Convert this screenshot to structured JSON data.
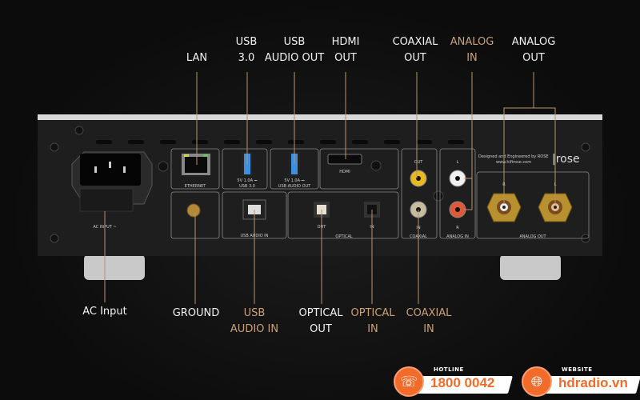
{
  "callouts_top": [
    {
      "lines": [
        "LAN"
      ],
      "accent": false
    },
    {
      "lines": [
        "USB",
        "3.0"
      ],
      "accent": false
    },
    {
      "lines": [
        "USB",
        "AUDIO OUT"
      ],
      "accent": false
    },
    {
      "lines": [
        "HDMI",
        "OUT"
      ],
      "accent": false
    },
    {
      "lines": [
        "COAXIAL",
        "OUT"
      ],
      "accent": false
    },
    {
      "lines": [
        "ANALOG",
        "IN"
      ],
      "accent": true
    },
    {
      "lines": [
        "ANALOG",
        "OUT"
      ],
      "accent": false
    }
  ],
  "callouts_bottom": [
    {
      "lines": [
        "AC Input"
      ],
      "accent": false
    },
    {
      "lines": [
        "GROUND"
      ],
      "accent": false
    },
    {
      "lines": [
        "USB",
        "AUDIO IN"
      ],
      "accent": true
    },
    {
      "lines": [
        "OPTICAL",
        "OUT"
      ],
      "accent": false
    },
    {
      "lines": [
        "OPTICAL",
        "IN"
      ],
      "accent": true
    },
    {
      "lines": [
        "COAXIAL",
        "IN"
      ],
      "accent": true
    }
  ],
  "panel": {
    "ethernet": "ETHERNET",
    "usb30": "USB 3.0",
    "usb_audio_out": "USB AUDIO OUT",
    "usb_rating": "5V 1.0A ⎓",
    "hdmi": "HDMI",
    "ac_input": "AC INPUT ~",
    "usb_audio_in": "USB AUDIO IN",
    "optical": "OPTICAL",
    "optical_out": "OUT",
    "optical_in": "IN",
    "coaxial": "COAXIAL",
    "coax_out": "OUT",
    "coax_in": "IN",
    "analog_in": "ANALOG IN",
    "analog_in_l": "L",
    "analog_in_r": "R",
    "analog_out": "ANALOG OUT",
    "analog_out_r": "R",
    "analog_out_l": "L",
    "designed_by": "Designed and Engineered by ROSE",
    "website_small": "www.hifirose.com",
    "brand_logo": "rose"
  },
  "footer": {
    "hotline_caption": "HOTLINE",
    "hotline_number": "1800 0042",
    "website_caption": "WEBSITE",
    "website_url": "hdradio.vn"
  },
  "colors": {
    "accent_label": "#c9a27a",
    "brand_orange": "#f26b2a",
    "background": "#0c0c0c"
  }
}
